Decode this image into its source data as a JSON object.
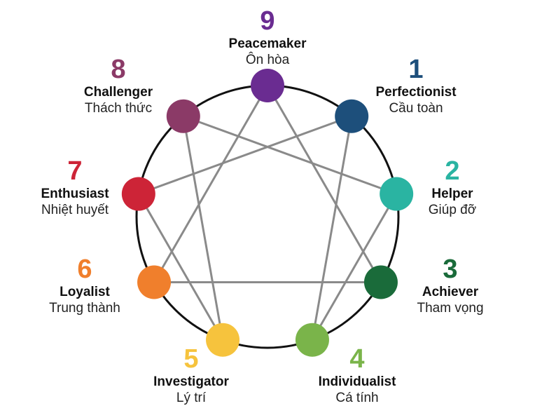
{
  "types": [
    {
      "number": "9",
      "name": "Peacemaker",
      "name_vi": "Ôn hòa",
      "color": "#6a2c91"
    },
    {
      "number": "1",
      "name": "Perfectionist",
      "name_vi": "Cầu toàn",
      "color": "#1d4f7b"
    },
    {
      "number": "2",
      "name": "Helper",
      "name_vi": "Giúp đỡ",
      "color": "#2ab4a2"
    },
    {
      "number": "3",
      "name": "Achiever",
      "name_vi": "Tham vọng",
      "color": "#1a6b3a"
    },
    {
      "number": "4",
      "name": "Individualist",
      "name_vi": "Cá tính",
      "color": "#7ab44a"
    },
    {
      "number": "5",
      "name": "Investigator",
      "name_vi": "Lý trí",
      "color": "#f6c33d"
    },
    {
      "number": "6",
      "name": "Loyalist",
      "name_vi": "Trung thành",
      "color": "#f07f2c"
    },
    {
      "number": "7",
      "name": "Enthusiast",
      "name_vi": "Nhiệt huyết",
      "color": "#cd2437"
    },
    {
      "number": "8",
      "name": "Challenger",
      "name_vi": "Thách thức",
      "color": "#8b3a67"
    }
  ],
  "connections": [
    [
      "9",
      "3"
    ],
    [
      "3",
      "6"
    ],
    [
      "6",
      "9"
    ],
    [
      "1",
      "4"
    ],
    [
      "4",
      "2"
    ],
    [
      "2",
      "8"
    ],
    [
      "8",
      "5"
    ],
    [
      "5",
      "7"
    ],
    [
      "7",
      "1"
    ]
  ],
  "colors": {
    "circle_stroke": "#111111",
    "line": "#8a8a8a"
  }
}
